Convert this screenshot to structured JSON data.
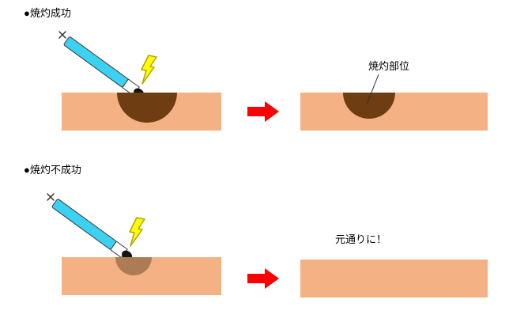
{
  "colors": {
    "page_bg": "#FFFFFF",
    "skin": "#F4B183",
    "burn_dark": "#6E3D12",
    "burn_light": "#AD7C57",
    "pen_body": "#3BD1F2",
    "pen_band": "#FFFFFF",
    "pen_tip": "#151515",
    "bolt_fill": "#FFFF00",
    "bolt_stroke": "#B8A000",
    "arrow": "#FF0000",
    "text": "#000000"
  },
  "icons": {
    "pen": "cautery-pen-icon",
    "lightning": "lightning-icon",
    "arrow": "right-arrow-icon",
    "spark": "spark-icon"
  },
  "sections": {
    "success": {
      "title": "●焼灼成功",
      "site_label": "焼灼部位"
    },
    "failure": {
      "title": "●焼灼不成功",
      "result_label": "元通りに！"
    }
  }
}
